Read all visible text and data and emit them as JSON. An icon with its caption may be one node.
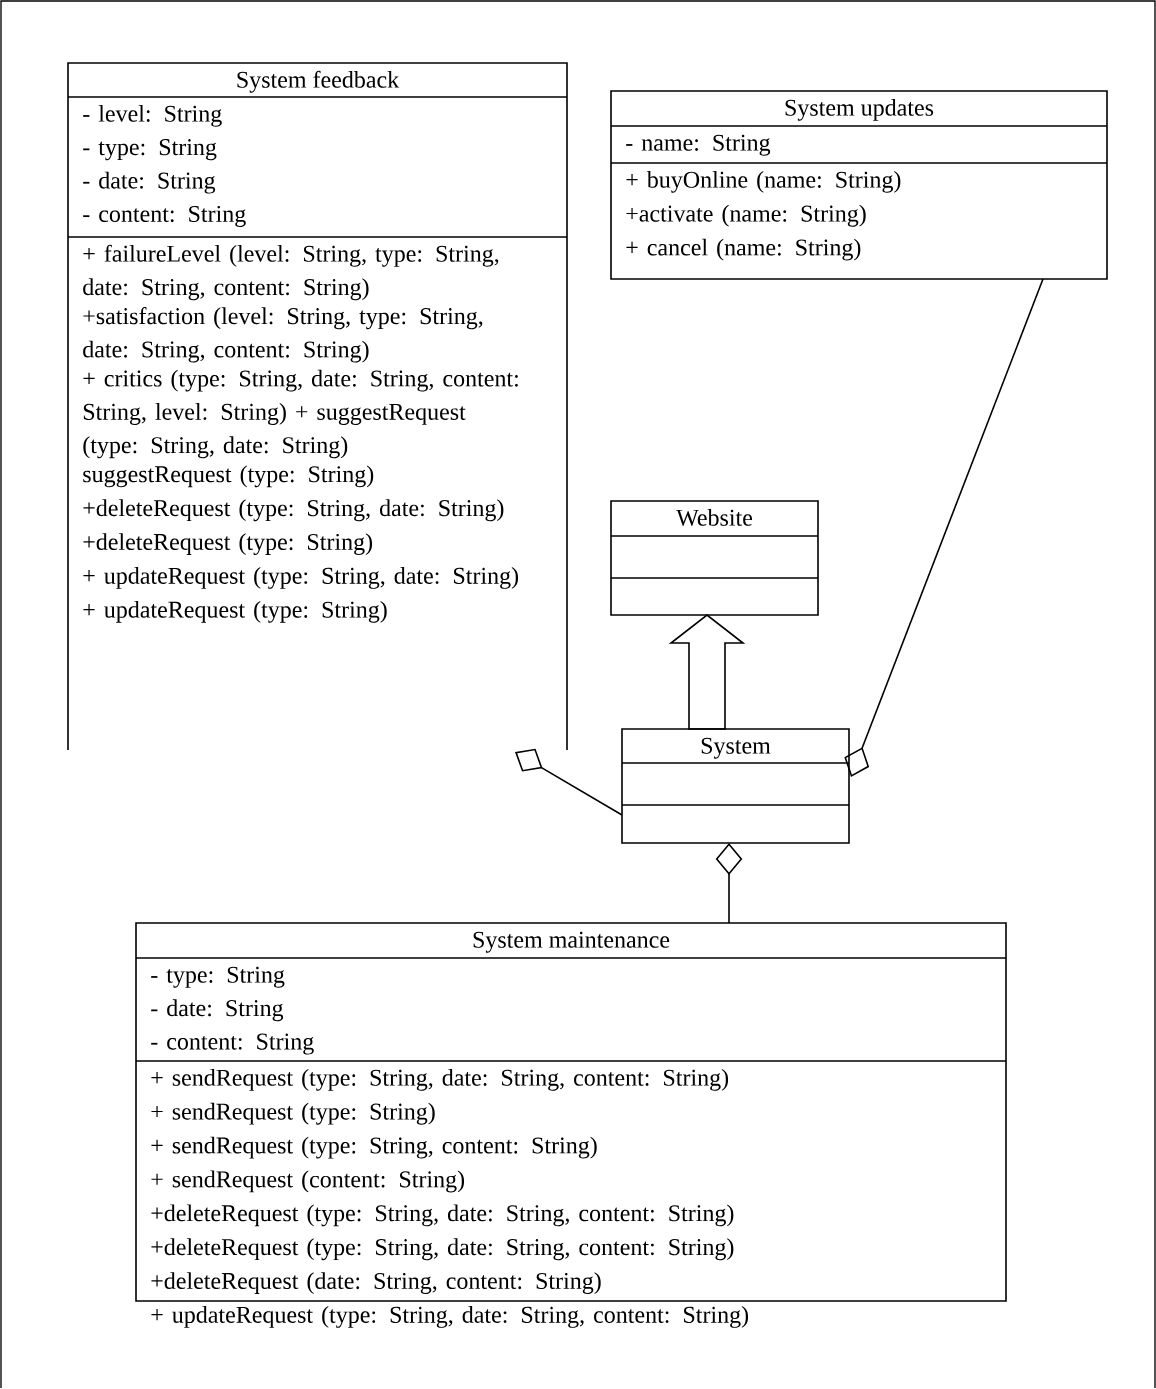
{
  "diagram": {
    "nodes": [
      {
        "text": [
          "System feedback",
          "- level: String",
          "- type: String",
          "- date: String",
          "- content: String",
          "+ failureLevel (level: String, type: String, date: String, content: String)",
          "+satisfaction (level: String, type: String, date: String, content: String)",
          "+ critics (type: String, date: String, content: String, level: String) + suggestRequest (type: String, date: String)",
          "suggestRequest (type: String)",
          "+deleteRequest (type: String, date: String)",
          "+deleteRequest (type: String)",
          "+ updateRequest (type: String, date: String)",
          "+ updateRequest (type: String)"
        ]
      },
      {
        "text": [
          "System updates",
          "- name: String",
          "+ buyOnline (name: String)",
          "+activate (name: String)",
          "+ cancel (name: String)"
        ]
      },
      {
        "text": [
          "Website"
        ]
      },
      {
        "text": [
          "System"
        ]
      },
      {
        "text": [
          "System maintenance",
          "- type: String",
          "- date: String",
          "- content: String",
          "+ sendRequest (type: String, date: String, content: String)",
          "+ sendRequest (type: String)",
          "+ sendRequest (type: String, content: String)",
          "+ sendRequest (content: String)",
          "+deleteRequest (type: String, date: String, content: String)",
          "+deleteRequest (type: String, date: String, content: String)",
          "+deleteRequest (date: String, content: String)",
          "+ updateRequest (type: String, date: String, content: String)"
        ]
      }
    ],
    "edges": [
      {
        "from": 3,
        "to": 0,
        "arrow": "other"
      },
      {
        "from": 1,
        "to": 3,
        "arrow": "other"
      },
      {
        "from": 4,
        "to": 3,
        "arrow": "other"
      },
      {
        "from": 3,
        "to": 2,
        "arrow": "to"
      }
    ]
  }
}
